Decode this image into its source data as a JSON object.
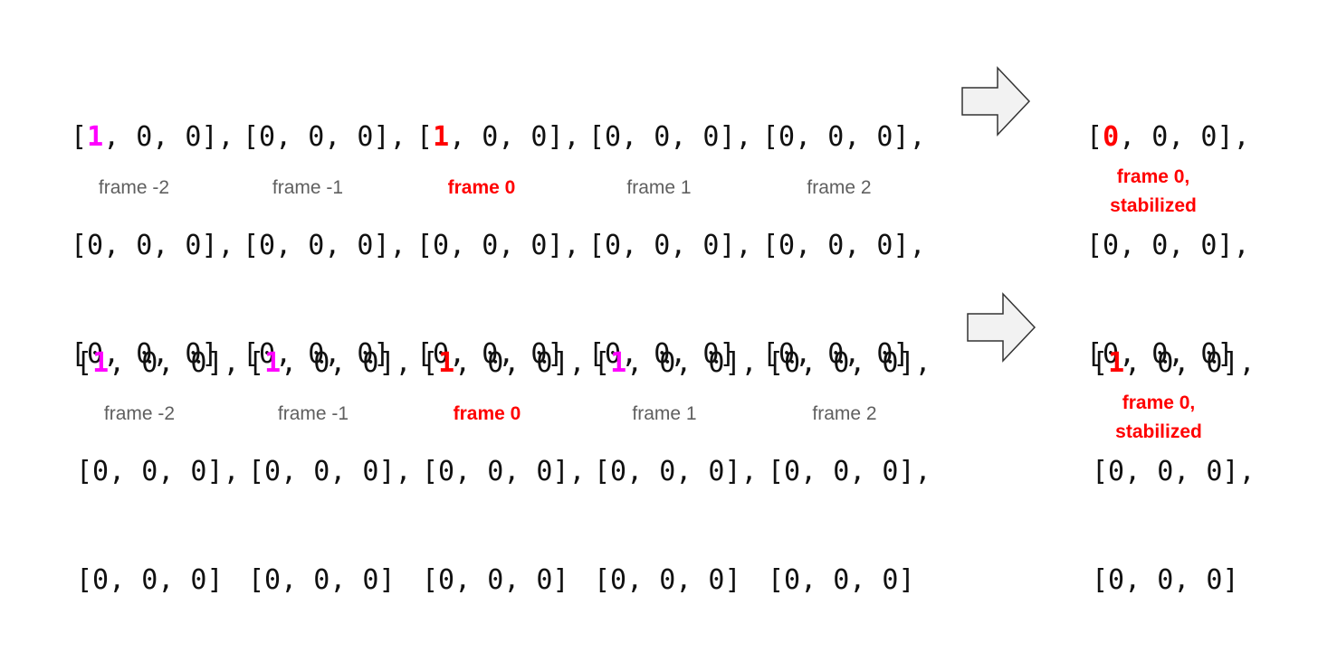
{
  "colors": {
    "magenta": "#ff00ff",
    "red": "#ff0000",
    "caption": "#5f5f5f",
    "arrow_fill": "#f2f2f2",
    "arrow_stroke": "#333333"
  },
  "rows": [
    {
      "frames": [
        {
          "caption": "frame -2",
          "caption_highlight": false,
          "lines": [
            [
              "[",
              "1",
              ", 0, 0],"
            ],
            [
              "[0, 0, 0],"
            ],
            [
              "[0, 0, 0]"
            ]
          ],
          "highlight_color": "magenta"
        },
        {
          "caption": "frame -1",
          "caption_highlight": false,
          "lines": [
            [
              "[0, 0, 0],"
            ],
            [
              "[0, 0, 0],"
            ],
            [
              "[0, 0, 0]"
            ]
          ],
          "highlight_color": ""
        },
        {
          "caption": "frame 0",
          "caption_highlight": true,
          "lines": [
            [
              "[",
              "1",
              ", 0, 0],"
            ],
            [
              "[0, 0, 0],"
            ],
            [
              "[0, 0, 0]"
            ]
          ],
          "highlight_color": "red"
        },
        {
          "caption": "frame 1",
          "caption_highlight": false,
          "lines": [
            [
              "[0, 0, 0],"
            ],
            [
              "[0, 0, 0],"
            ],
            [
              "[0, 0, 0]"
            ]
          ],
          "highlight_color": ""
        },
        {
          "caption": "frame 2",
          "caption_highlight": false,
          "lines": [
            [
              "[0, 0, 0],"
            ],
            [
              "[0, 0, 0],"
            ],
            [
              "[0, 0, 0]"
            ]
          ],
          "highlight_color": ""
        }
      ],
      "result": {
        "caption_line1": "frame 0,",
        "caption_line2": "stabilized",
        "lines": [
          [
            "[",
            "0",
            ", 0, 0],"
          ],
          [
            "[0, 0, 0],"
          ],
          [
            "[0, 0, 0]"
          ]
        ],
        "highlight_color": "red"
      }
    },
    {
      "frames": [
        {
          "caption": "frame -2",
          "caption_highlight": false,
          "lines": [
            [
              "[",
              "1",
              ", 0, 0],"
            ],
            [
              "[0, 0, 0],"
            ],
            [
              "[0, 0, 0]"
            ]
          ],
          "highlight_color": "magenta"
        },
        {
          "caption": "frame -1",
          "caption_highlight": false,
          "lines": [
            [
              "[",
              "1",
              ", 0, 0],"
            ],
            [
              "[0, 0, 0],"
            ],
            [
              "[0, 0, 0]"
            ]
          ],
          "highlight_color": "magenta"
        },
        {
          "caption": "frame 0",
          "caption_highlight": true,
          "lines": [
            [
              "[",
              "1",
              ", 0, 0],"
            ],
            [
              "[0, 0, 0],"
            ],
            [
              "[0, 0, 0]"
            ]
          ],
          "highlight_color": "red"
        },
        {
          "caption": "frame 1",
          "caption_highlight": false,
          "lines": [
            [
              "[",
              "1",
              ", 0, 0],"
            ],
            [
              "[0, 0, 0],"
            ],
            [
              "[0, 0, 0]"
            ]
          ],
          "highlight_color": "magenta"
        },
        {
          "caption": "frame 2",
          "caption_highlight": false,
          "lines": [
            [
              "[0, 0, 0],"
            ],
            [
              "[0, 0, 0],"
            ],
            [
              "[0, 0, 0]"
            ]
          ],
          "highlight_color": ""
        }
      ],
      "result": {
        "caption_line1": "frame 0,",
        "caption_line2": "stabilized",
        "lines": [
          [
            "[",
            "1",
            ", 0, 0],"
          ],
          [
            "[0, 0, 0],"
          ],
          [
            "[0, 0, 0]"
          ]
        ],
        "highlight_color": "red"
      }
    }
  ]
}
